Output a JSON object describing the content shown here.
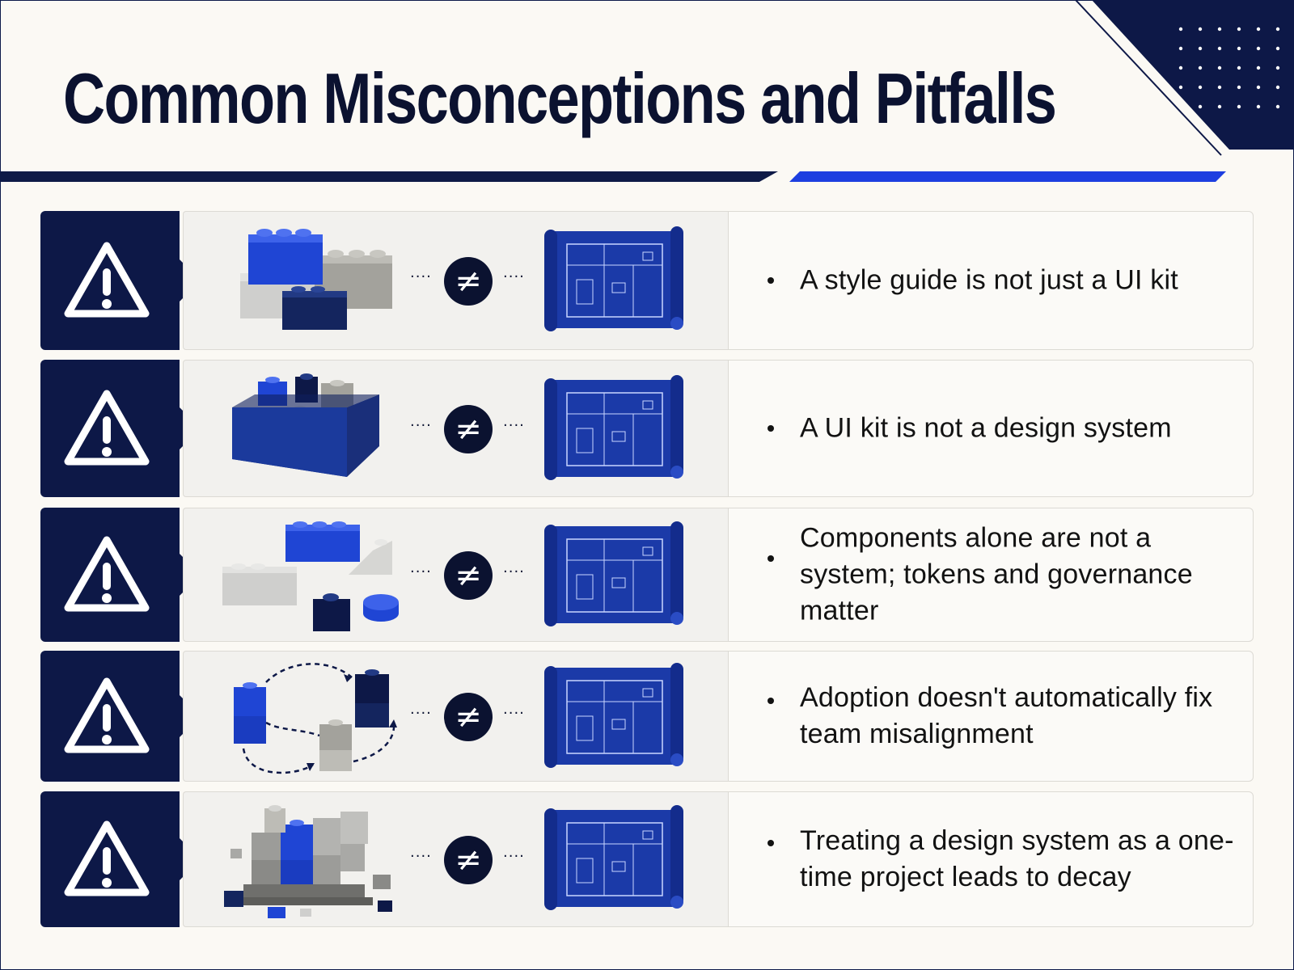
{
  "header": {
    "title": "Common Misconceptions and Pitfalls"
  },
  "colors": {
    "navy": "#0d1847",
    "blue": "#1d3fe0",
    "brick_blue": "#1f45d4",
    "grey": "#a9a9a6",
    "blueprint": "#1b3aa8"
  },
  "items": [
    {
      "text": "A style guide is not just a UI kit",
      "illustration": "stacked-bricks-icon",
      "symbol": "≠",
      "connector": "····"
    },
    {
      "text": "A UI kit is not a design system",
      "illustration": "bricks-in-box-icon",
      "symbol": "≠",
      "connector": "····"
    },
    {
      "text": "Components alone are not a system; tokens and governance matter",
      "illustration": "scattered-bricks-icon",
      "symbol": "≠",
      "connector": "····"
    },
    {
      "text": "Adoption doesn't automatically fix team misalignment",
      "illustration": "moving-bricks-icon",
      "symbol": "≠",
      "connector": "····"
    },
    {
      "text": "Treating a design system as a one-time project leads to decay",
      "illustration": "crumbling-bricks-icon",
      "symbol": "≠",
      "connector": "····"
    }
  ]
}
